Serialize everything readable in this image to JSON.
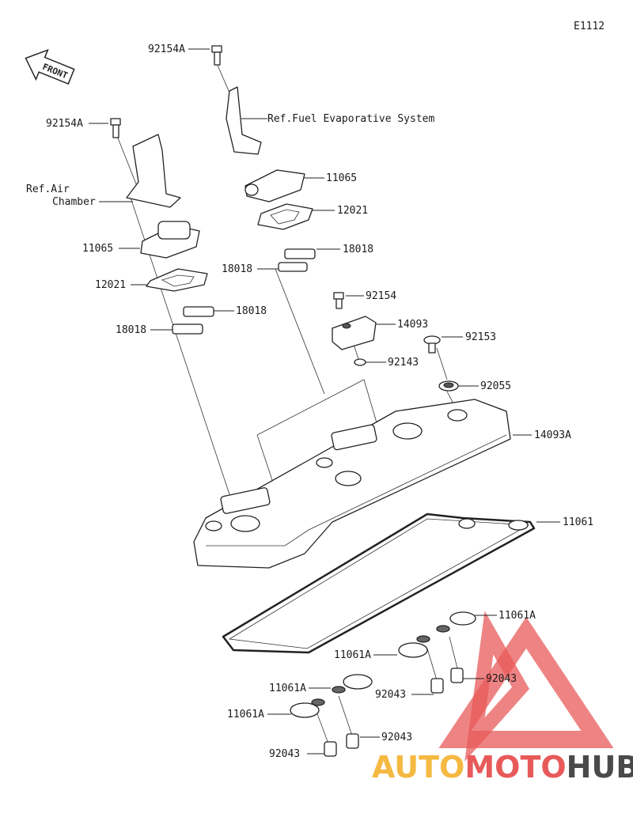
{
  "diagram_code": "E1112",
  "front_label": "FRONT",
  "labels": {
    "bolt_top": "92154A",
    "ref_fuel": "Ref.Fuel Evaporative System",
    "bolt_left": "92154A",
    "ref_air_1": "Ref.Air",
    "ref_air_2": "Chamber",
    "valve_right": "11065",
    "plate_right": "12021",
    "reed_right_a": "18018",
    "reed_right_b": "18018",
    "valve_left": "11065",
    "plate_left": "12021",
    "reed_left_a": "18018",
    "reed_left_b": "18018",
    "bolt_cover": "92154",
    "cap": "14093",
    "washer_small": "92143",
    "bolt_flange": "92153",
    "grommet": "92055",
    "head_cover": "14093A",
    "gasket": "11061",
    "seal_1": "11061A",
    "seal_2": "11061A",
    "pin_1": "92043",
    "pin_2": "92043",
    "seal_3": "11061A",
    "seal_4": "11061A",
    "pin_3": "92043",
    "pin_4": "92043"
  },
  "watermark": {
    "part1": "AUTO",
    "part2": "MOTO",
    "part3": "HUB",
    "color1": "#f5b942",
    "color2": "#e85a5a",
    "color3": "#4a4a4a"
  }
}
